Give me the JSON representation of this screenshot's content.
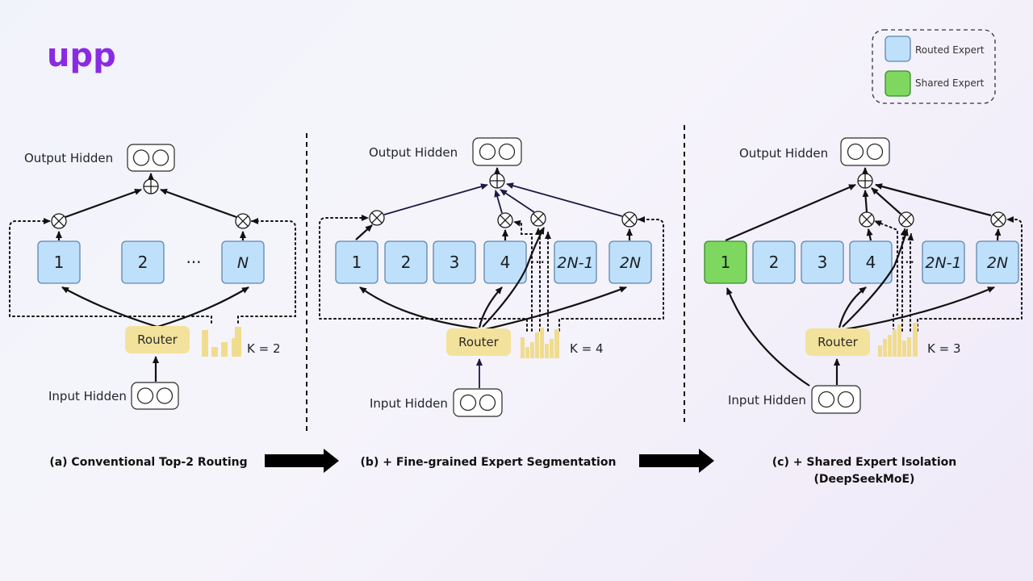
{
  "logo": {
    "text": "upp",
    "color": "#8a2be2"
  },
  "legend": {
    "routed_label": "Routed Expert",
    "shared_label": "Shared Expert"
  },
  "colors": {
    "routed_expert": "#bfe0fb",
    "shared_expert": "#7ed85f",
    "router": "#f3e29b"
  },
  "labels": {
    "output_hidden": "Output Hidden",
    "input_hidden": "Input Hidden",
    "router": "Router",
    "ellipsis": "···"
  },
  "panel_a": {
    "experts": [
      "1",
      "2",
      "N"
    ],
    "k_label": "K = 2",
    "caption": "(a) Conventional Top-2 Routing"
  },
  "panel_b": {
    "experts": [
      "1",
      "2",
      "3",
      "4",
      "2N-1",
      "2N"
    ],
    "k_label": "K = 4",
    "caption": "(b) + Fine-grained Expert Segmentation"
  },
  "panel_c": {
    "experts": [
      "1",
      "2",
      "3",
      "4",
      "2N-1",
      "2N"
    ],
    "k_label": "K = 3",
    "caption_line1": "(c) + Shared Expert Isolation",
    "caption_line2": "(DeepSeekMoE)"
  }
}
